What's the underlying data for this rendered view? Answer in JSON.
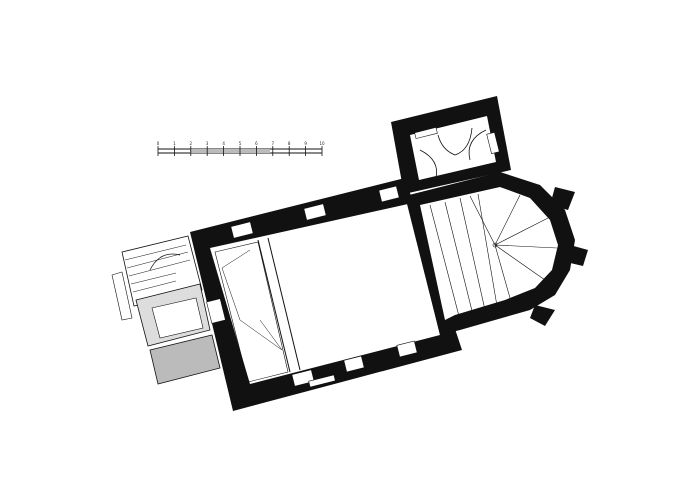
{
  "drawing": {
    "type": "church-floor-plan",
    "ink_color": "#111111",
    "paper_color": "#ffffff"
  },
  "scale_bar": {
    "ticks": [
      "0",
      "1",
      "2",
      "3",
      "4",
      "5",
      "6",
      "7",
      "8",
      "9",
      "10"
    ]
  }
}
